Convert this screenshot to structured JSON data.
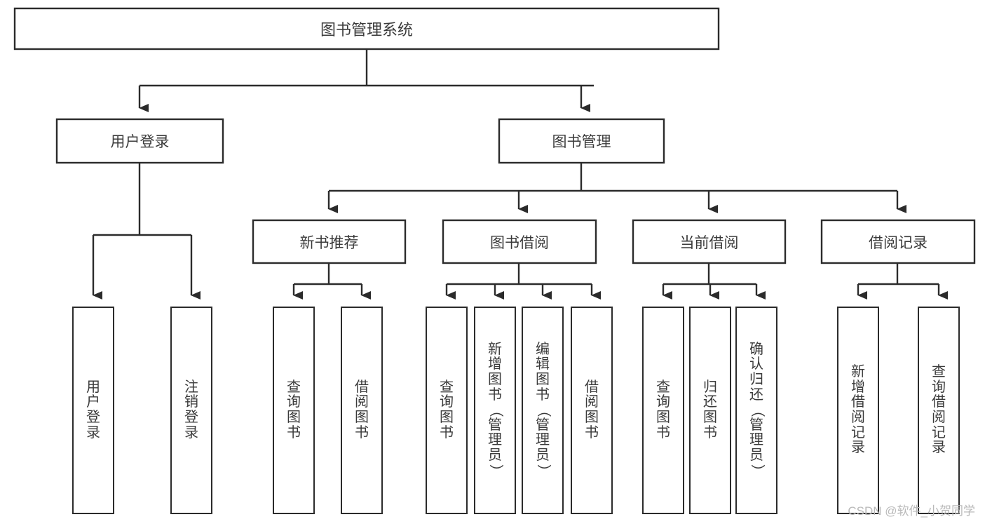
{
  "diagram": {
    "title": "图书管理系统",
    "watermark": "CSDN @软件_小贺同学",
    "colors": {
      "stroke": "#2b2b2b",
      "text": "#3a3a3a",
      "background": "#ffffff",
      "watermark": "#b9b9b9"
    },
    "root": {
      "label": "图书管理系统"
    },
    "level2": [
      {
        "label": "用户登录"
      },
      {
        "label": "图书管理"
      }
    ],
    "level3": [
      {
        "label": "新书推荐"
      },
      {
        "label": "图书借阅"
      },
      {
        "label": "当前借阅"
      },
      {
        "label": "借阅记录"
      }
    ],
    "leaves": [
      {
        "label": "用户登录",
        "parent": "用户登录"
      },
      {
        "label": "注销登录",
        "parent": "用户登录"
      },
      {
        "label": "查询图书",
        "parent": "新书推荐"
      },
      {
        "label": "借阅图书",
        "parent": "新书推荐"
      },
      {
        "label": "查询图书",
        "parent": "图书借阅"
      },
      {
        "label": "新增图书（管理员）",
        "parent": "图书借阅"
      },
      {
        "label": "编辑图书（管理员）",
        "parent": "图书借阅"
      },
      {
        "label": "借阅图书",
        "parent": "图书借阅"
      },
      {
        "label": "查询图书",
        "parent": "当前借阅"
      },
      {
        "label": "归还图书",
        "parent": "当前借阅"
      },
      {
        "label": "确认归还（管理员）",
        "parent": "当前借阅"
      },
      {
        "label": "新增借阅记录",
        "parent": "借阅记录"
      },
      {
        "label": "查询借阅记录",
        "parent": "借阅记录"
      }
    ]
  }
}
